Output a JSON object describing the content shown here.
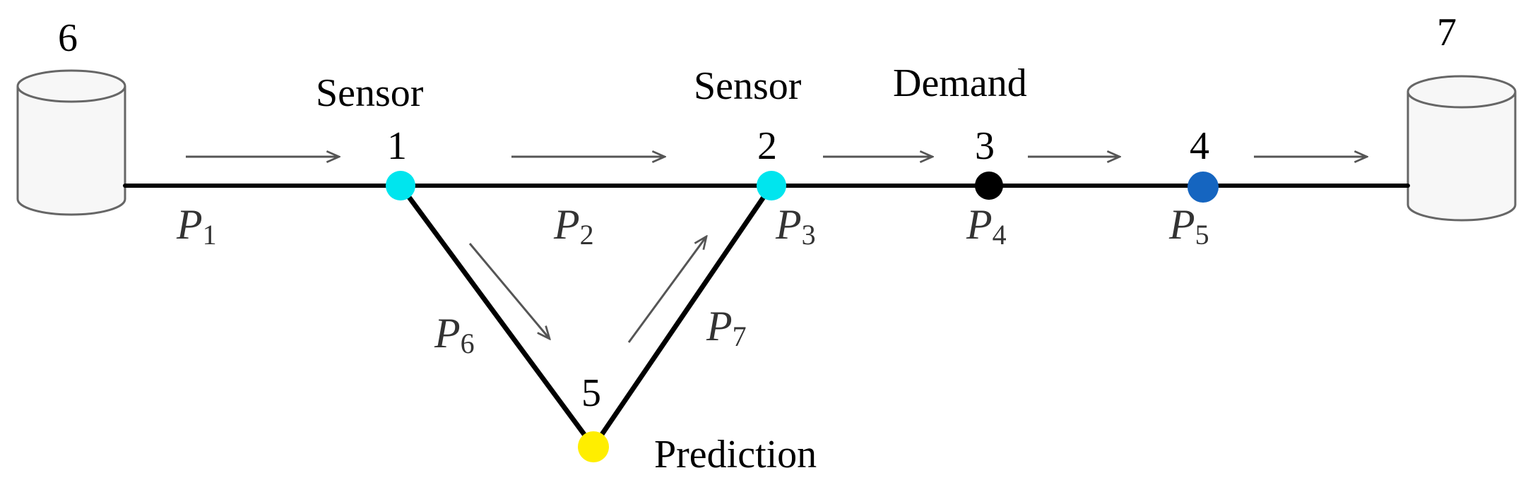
{
  "nodes": [
    {
      "id": "1",
      "label": "1",
      "tag": "Sensor",
      "color": "#00e5ee"
    },
    {
      "id": "2",
      "label": "2",
      "tag": "Sensor",
      "color": "#00e5ee"
    },
    {
      "id": "3",
      "label": "3",
      "tag": "Demand",
      "color": "#000000"
    },
    {
      "id": "4",
      "label": "4",
      "tag": "",
      "color": "#1565c0"
    },
    {
      "id": "5",
      "label": "5",
      "tag": "Prediction",
      "color": "#ffee00"
    }
  ],
  "reservoirs": [
    {
      "id": "6",
      "label": "6"
    },
    {
      "id": "7",
      "label": "7"
    }
  ],
  "pipes": [
    {
      "name": "P",
      "sub": "1"
    },
    {
      "name": "P",
      "sub": "2"
    },
    {
      "name": "P",
      "sub": "3"
    },
    {
      "name": "P",
      "sub": "4"
    },
    {
      "name": "P",
      "sub": "5"
    },
    {
      "name": "P",
      "sub": "6"
    },
    {
      "name": "P",
      "sub": "7"
    }
  ]
}
